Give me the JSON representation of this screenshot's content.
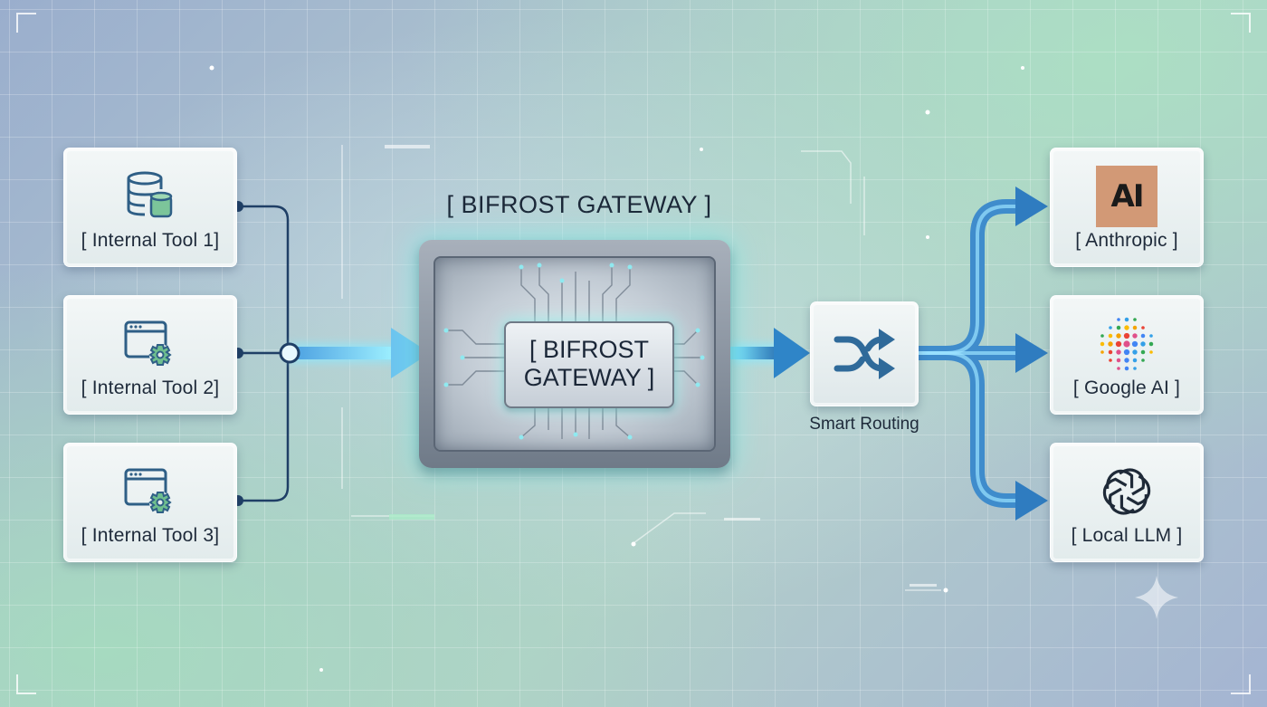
{
  "gateway": {
    "title": "[ BIFROST GATEWAY ]",
    "chip_line1": "[ BIFROST",
    "chip_line2": "GATEWAY ]"
  },
  "tools": [
    {
      "label": "[ Internal Tool 1]",
      "icon": "database-icon"
    },
    {
      "label": "[ Internal Tool 2]",
      "icon": "app-window-gear-icon"
    },
    {
      "label": "[ Internal Tool 3]",
      "icon": "app-window-gear-icon"
    }
  ],
  "router": {
    "label": "Smart Routing",
    "icon": "shuffle-icon"
  },
  "providers": [
    {
      "label": "[ Anthropic ]",
      "logo_text": "AI",
      "icon": "anthropic-logo"
    },
    {
      "label": "[ Google AI ]",
      "icon": "google-ai-dots-logo"
    },
    {
      "label": "[ Local LLM ]",
      "icon": "openai-knot-logo"
    }
  ],
  "colors": {
    "accent_blue": "#2a72b3",
    "glow_cyan": "#7fe6ff",
    "line_navy": "#1f3f66",
    "icon_teal": "#2f5f86",
    "icon_green": "#6fbf8f",
    "anthropic_bg": "#d29976"
  }
}
